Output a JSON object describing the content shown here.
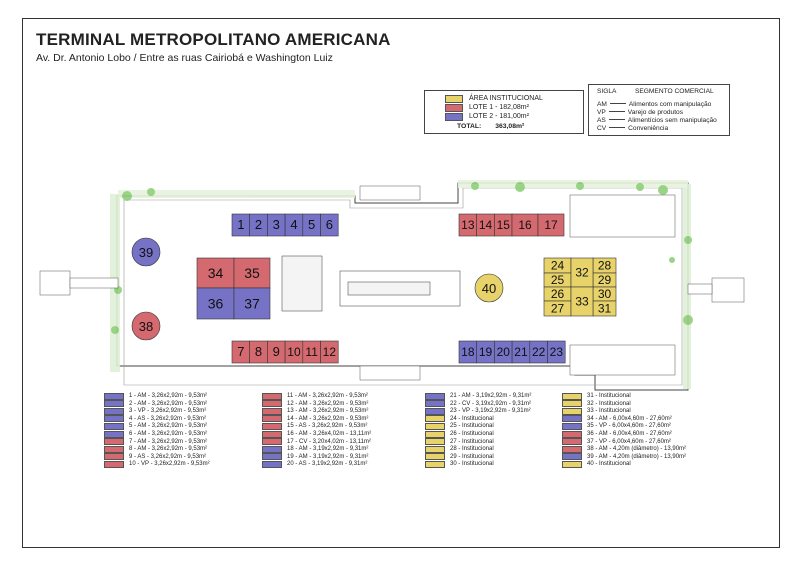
{
  "header": {
    "title": "TERMINAL METROPOLITANO AMERICANA",
    "subtitle": "Av. Dr. Antonio Lobo / Entre as ruas Cairiobá e Washington Luiz"
  },
  "colors": {
    "institucional": "#e8d36a",
    "lote1": "#d46a6f",
    "lote2": "#7673c7",
    "building": "#ffffff",
    "greenery": "#8fd07a"
  },
  "area_legend": {
    "items": [
      {
        "label": "ÁREA INSTITUCIONAL",
        "color": "#e8d36a"
      },
      {
        "label": "LOTE 1 - 182,08m²",
        "color": "#d46a6f"
      },
      {
        "label": "LOTE 2 - 181,00m²",
        "color": "#7673c7"
      }
    ],
    "total_label": "TOTAL:",
    "total_value": "363,08m²"
  },
  "sigla_legend": {
    "col1": "SIGLA",
    "col2": "SEGMENTO COMERCIAL",
    "rows": [
      {
        "code": "AM",
        "desc": "Alimentos com manipulação"
      },
      {
        "code": "VP",
        "desc": "Varejo de produtos"
      },
      {
        "code": "AS",
        "desc": "Alimentícios sem manipulação"
      },
      {
        "code": "CV",
        "desc": "Conveniência"
      }
    ]
  },
  "units": [
    {
      "n": "1",
      "lot": "lote2"
    },
    {
      "n": "2",
      "lot": "lote2"
    },
    {
      "n": "3",
      "lot": "lote2"
    },
    {
      "n": "4",
      "lot": "lote2"
    },
    {
      "n": "5",
      "lot": "lote2"
    },
    {
      "n": "6",
      "lot": "lote2"
    },
    {
      "n": "7",
      "lot": "lote1"
    },
    {
      "n": "8",
      "lot": "lote1"
    },
    {
      "n": "9",
      "lot": "lote1"
    },
    {
      "n": "10",
      "lot": "lote1"
    },
    {
      "n": "11",
      "lot": "lote1"
    },
    {
      "n": "12",
      "lot": "lote1"
    },
    {
      "n": "13",
      "lot": "lote1"
    },
    {
      "n": "14",
      "lot": "lote1"
    },
    {
      "n": "15",
      "lot": "lote1"
    },
    {
      "n": "16",
      "lot": "lote1"
    },
    {
      "n": "17",
      "lot": "lote1"
    },
    {
      "n": "18",
      "lot": "lote2"
    },
    {
      "n": "19",
      "lot": "lote2"
    },
    {
      "n": "20",
      "lot": "lote2"
    },
    {
      "n": "21",
      "lot": "lote2"
    },
    {
      "n": "22",
      "lot": "lote2"
    },
    {
      "n": "23",
      "lot": "lote2"
    },
    {
      "n": "24",
      "lot": "institucional"
    },
    {
      "n": "25",
      "lot": "institucional"
    },
    {
      "n": "26",
      "lot": "institucional"
    },
    {
      "n": "27",
      "lot": "institucional"
    },
    {
      "n": "28",
      "lot": "institucional"
    },
    {
      "n": "29",
      "lot": "institucional"
    },
    {
      "n": "30",
      "lot": "institucional"
    },
    {
      "n": "31",
      "lot": "institucional"
    },
    {
      "n": "32",
      "lot": "institucional"
    },
    {
      "n": "33",
      "lot": "institucional"
    },
    {
      "n": "34",
      "lot": "lote1"
    },
    {
      "n": "35",
      "lot": "lote1"
    },
    {
      "n": "36",
      "lot": "lote2"
    },
    {
      "n": "37",
      "lot": "lote2"
    },
    {
      "n": "38",
      "lot": "lote1"
    },
    {
      "n": "39",
      "lot": "lote2"
    },
    {
      "n": "40",
      "lot": "institucional"
    }
  ],
  "key_columns": [
    [
      {
        "text": "1 - AM - 3,26x2,92m - 9,53m²",
        "lot": "lote2"
      },
      {
        "text": "2 - AM - 3,26x2,92m - 9,53m²",
        "lot": "lote2"
      },
      {
        "text": "3 - VP - 3,26x2,92m - 9,53m²",
        "lot": "lote2"
      },
      {
        "text": "4 - AS - 3,26x2,92m - 9,53m²",
        "lot": "lote2"
      },
      {
        "text": "5 - AM - 3,26x2,92m - 9,53m²",
        "lot": "lote2"
      },
      {
        "text": "6 - AM - 3,26x2,92m - 9,53m²",
        "lot": "lote2"
      },
      {
        "text": "7 - AM - 3,26x2,92m - 9,53m²",
        "lot": "lote1"
      },
      {
        "text": "8 - AM - 3,26x2,92m - 9,53m²",
        "lot": "lote1"
      },
      {
        "text": "9 - AS - 3,26x2,92m - 9,53m²",
        "lot": "lote1"
      },
      {
        "text": "10 - VP - 3,26x2,92m - 9,53m²",
        "lot": "lote1"
      }
    ],
    [
      {
        "text": "11 - AM - 3,26x2,92m - 9,53m²",
        "lot": "lote1"
      },
      {
        "text": "12 - AM - 3,26x2,92m - 9,53m²",
        "lot": "lote1"
      },
      {
        "text": "13 - AM - 3,26x2,92m - 9,53m²",
        "lot": "lote1"
      },
      {
        "text": "14 - AM - 3,26x2,92m - 9,53m²",
        "lot": "lote1"
      },
      {
        "text": "15 - AS - 3,26x2,92m - 9,53m²",
        "lot": "lote1"
      },
      {
        "text": "16 - AM - 3,26x4,02m - 13,11m²",
        "lot": "lote1"
      },
      {
        "text": "17 - CV - 3,20x4,02m - 13,11m²",
        "lot": "lote1"
      },
      {
        "text": "18 - AM - 3,19x2,92m - 9,31m²",
        "lot": "lote2"
      },
      {
        "text": "19 - AM - 3,19x2,92m - 9,31m²",
        "lot": "lote2"
      },
      {
        "text": "20 - AS - 3,19x2,92m - 9,31m²",
        "lot": "lote2"
      }
    ],
    [
      {
        "text": "21 - AM - 3,19x2,92m - 9,31m²",
        "lot": "lote2"
      },
      {
        "text": "22 - CV - 3,19x2,92m - 9,31m²",
        "lot": "lote2"
      },
      {
        "text": "23 - VP - 3,19x2,92m - 9,31m²",
        "lot": "lote2"
      },
      {
        "text": "24 - Institucional",
        "lot": "institucional"
      },
      {
        "text": "25 - Institucional",
        "lot": "institucional"
      },
      {
        "text": "26 - Institucional",
        "lot": "institucional"
      },
      {
        "text": "27 - Institucional",
        "lot": "institucional"
      },
      {
        "text": "28 - Institucional",
        "lot": "institucional"
      },
      {
        "text": "29 - Institucional",
        "lot": "institucional"
      },
      {
        "text": "30 - Institucional",
        "lot": "institucional"
      }
    ],
    [
      {
        "text": "31 - Institucional",
        "lot": "institucional"
      },
      {
        "text": "32 - Institucional",
        "lot": "institucional"
      },
      {
        "text": "33 - Institucional",
        "lot": "institucional"
      },
      {
        "text": "34 - AM - 6,00x4,60m - 27,60m²",
        "lot": "lote2"
      },
      {
        "text": "35 - VP - 6,00x4,60m - 27,60m²",
        "lot": "lote2"
      },
      {
        "text": "36 - AM - 6,00x4,60m - 27,60m²",
        "lot": "lote1"
      },
      {
        "text": "37 - VP - 6,00x4,60m - 27,60m²",
        "lot": "lote1"
      },
      {
        "text": "38 - AM - 4,20m (diâmetro) - 13,90m²",
        "lot": "lote1"
      },
      {
        "text": "39 - AM - 4,20m (diâmetro) - 13,90m²",
        "lot": "lote2"
      },
      {
        "text": "40 - Institucional",
        "lot": "institucional"
      }
    ]
  ]
}
